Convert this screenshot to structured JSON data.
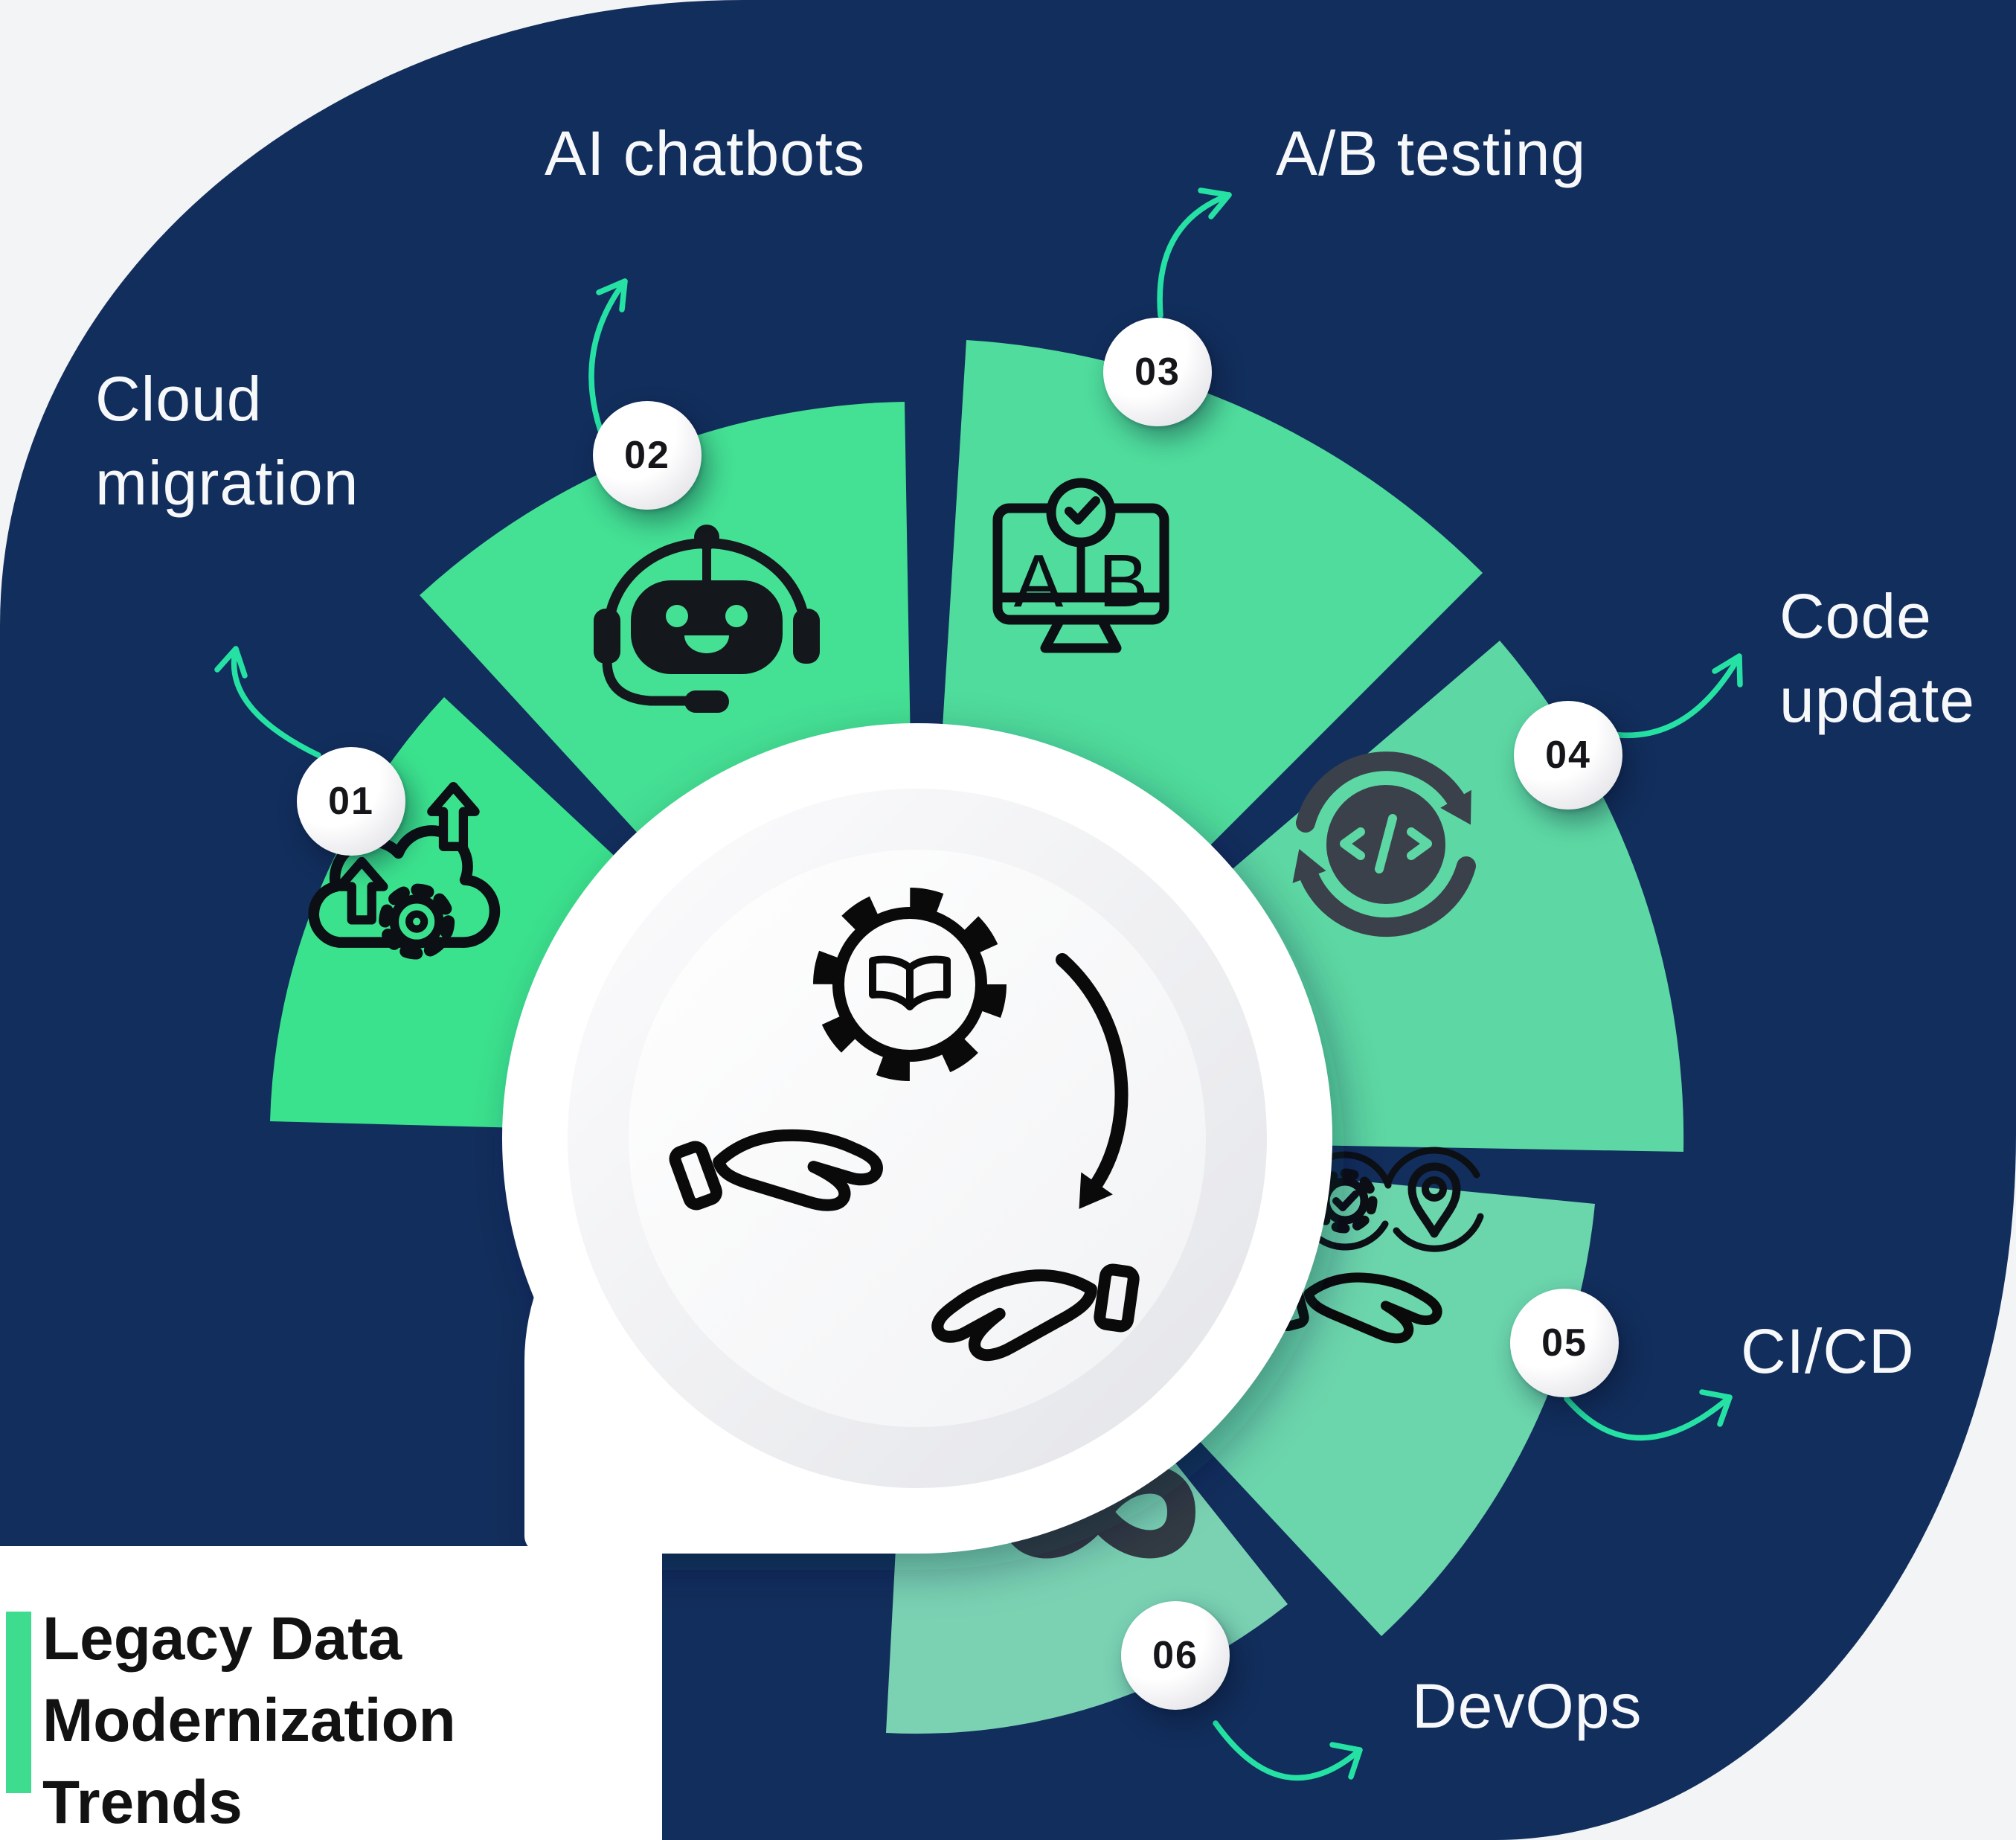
{
  "title": {
    "lines": [
      "Legacy Data",
      "Modernization",
      "Trends"
    ]
  },
  "colors": {
    "background": "#f3f4f6",
    "panel": "#122e5c",
    "arrow": "#25e2a4",
    "accent_bar": "#3ddc8e",
    "label_text": "#f7f8fa",
    "title_text": "#121212",
    "badge_text": "#15161a",
    "icon_dark": "#0c0f14",
    "icon_slate": "#3a414b",
    "infinity": "#323a43",
    "robot_fill": "#14181d"
  },
  "center": {
    "icon": "legacy-data-handover-icon"
  },
  "steps": [
    {
      "number": "01",
      "label": "Cloud migration",
      "icon": "cloud-migration-icon",
      "segment_color": "#3be28e"
    },
    {
      "number": "02",
      "label": "AI chatbots",
      "icon": "ai-chatbot-icon",
      "segment_color": "#44e094"
    },
    {
      "number": "03",
      "label": "A/B testing",
      "icon": "ab-testing-monitor-icon",
      "segment_color": "#4fdc9c"
    },
    {
      "number": "04",
      "label": "Code update",
      "icon": "code-update-refresh-icon",
      "segment_color": "#5dd8a4"
    },
    {
      "number": "05",
      "label": "CI/CD",
      "icon": "cicd-hand-icon",
      "segment_color": "#6bd5ac"
    },
    {
      "number": "06",
      "label": "DevOps",
      "icon": "devops-infinity-icon",
      "segment_color": "#7ad2b3"
    }
  ],
  "glyphs": {
    "ab_left": "A",
    "ab_right": "B"
  }
}
